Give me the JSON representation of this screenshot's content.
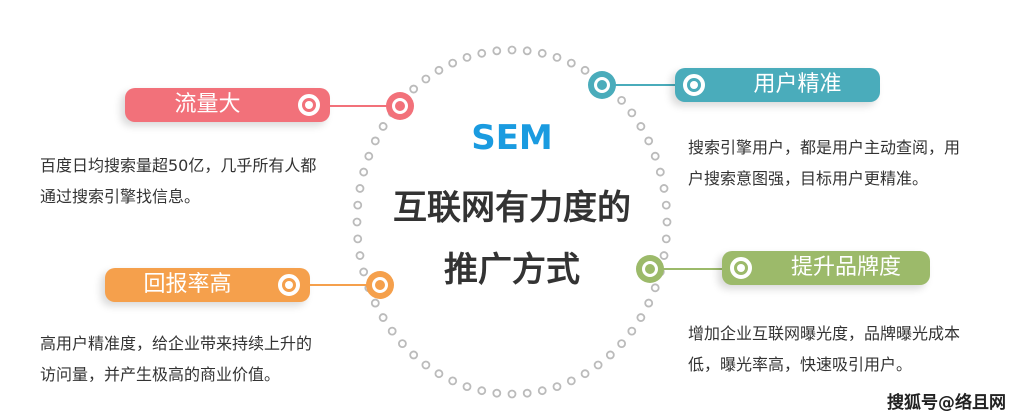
{
  "center": {
    "title": "SEM",
    "line1": "互联网有力度的",
    "line2": "推广方式"
  },
  "items": [
    {
      "label": "流量大",
      "color": "#f2717a",
      "desc1": "百度日均搜索量超50亿，几乎所有人都",
      "desc2": "通过搜索引擎找信息。"
    },
    {
      "label": "用户精准",
      "color": "#4aacbb",
      "desc1": "搜索引擎用户，都是用户主动查阅，用",
      "desc2": "户搜索意图强，目标用户更精准。"
    },
    {
      "label": "回报率高",
      "color": "#f5a04c",
      "desc1": "高用户精准度，给企业带来持续上升的",
      "desc2": "访问量，并产生极高的商业价值。"
    },
    {
      "label": "提升品牌度",
      "color": "#9cba6a",
      "desc1": "增加企业互联网曝光度，品牌曝光成本",
      "desc2": "低，曝光率高，快速吸引用户。"
    }
  ],
  "watermark": "搜狐号@络且网"
}
